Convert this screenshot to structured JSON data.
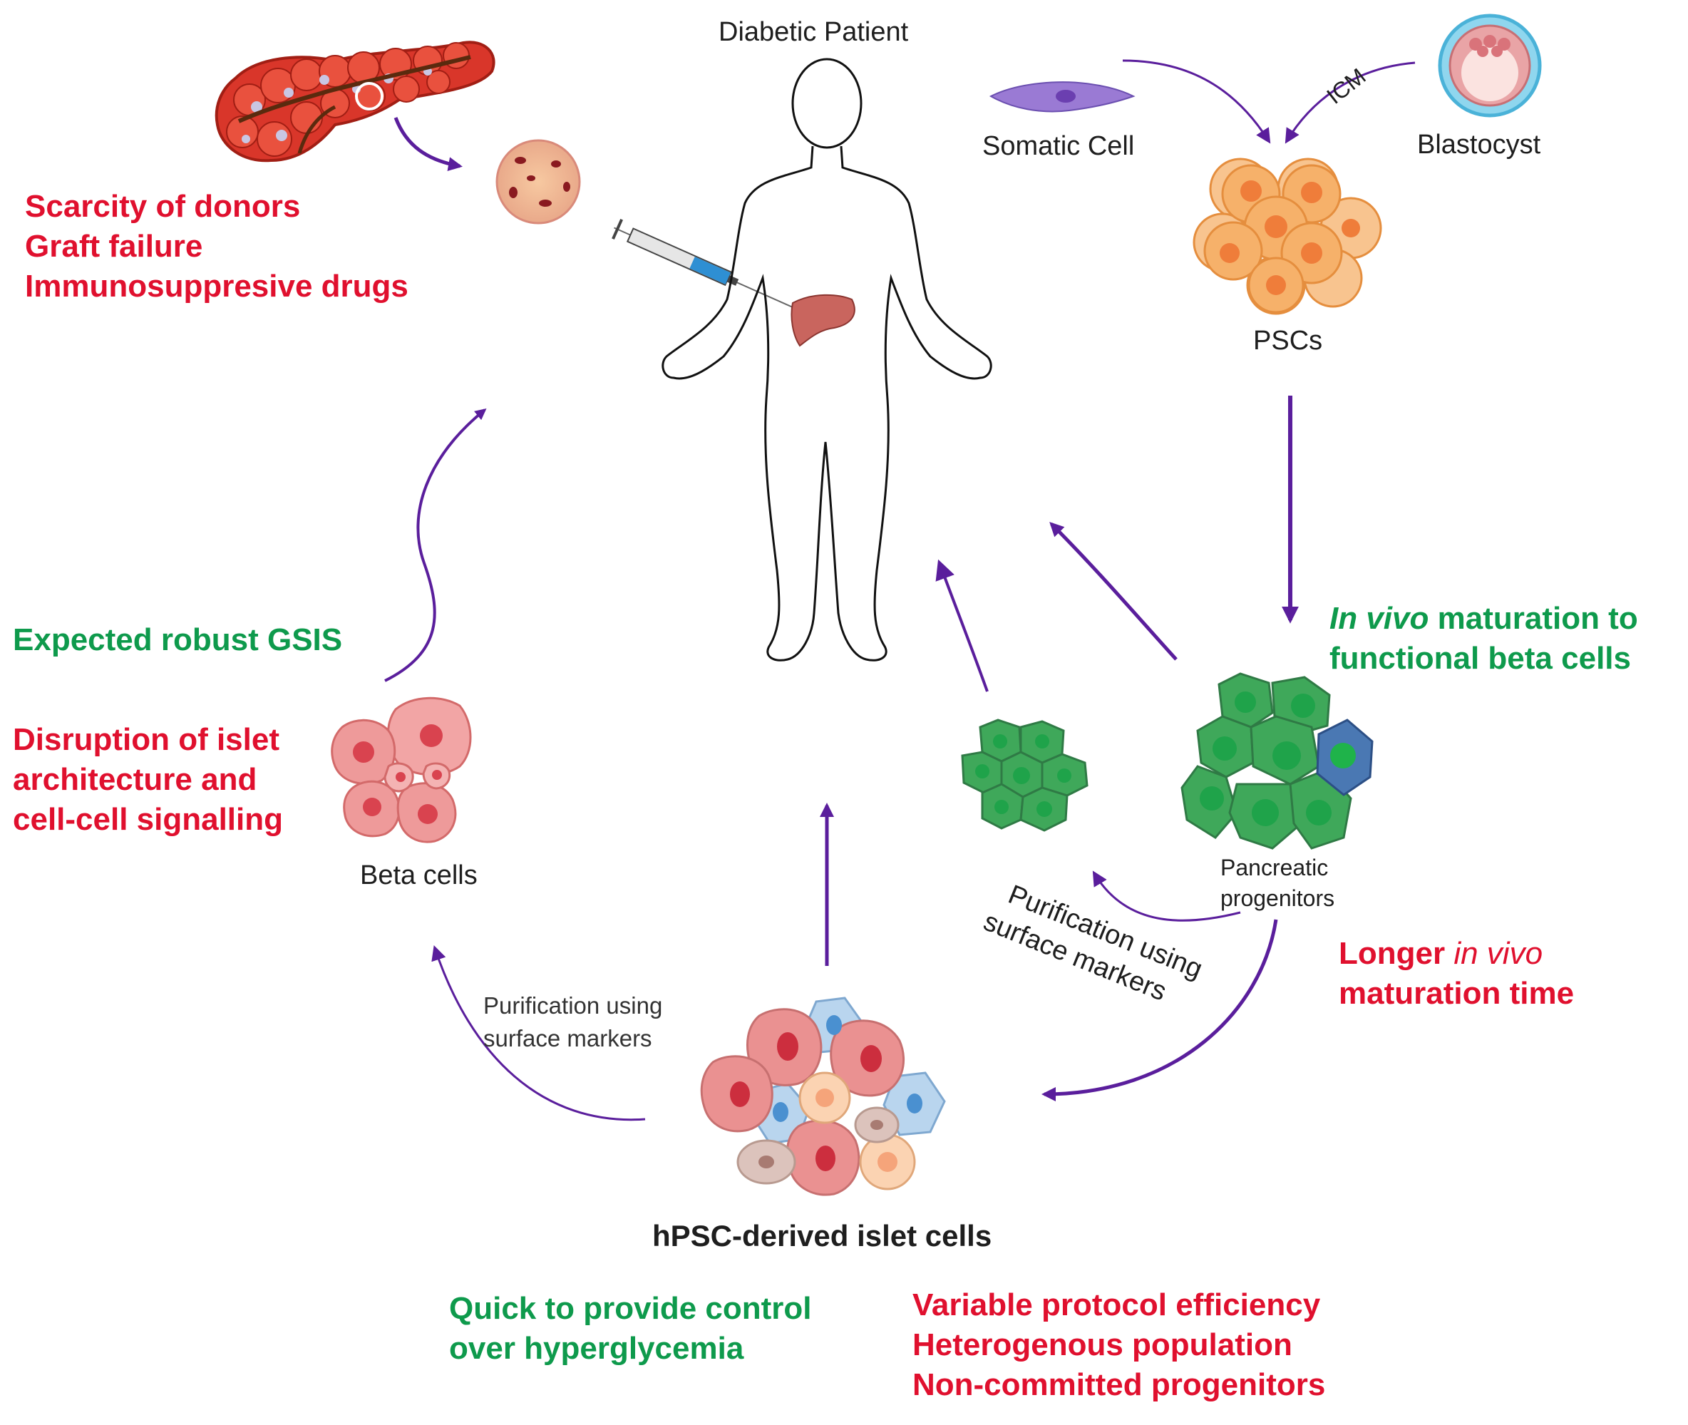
{
  "diagram": {
    "center": {
      "label": "Diabetic Patient"
    },
    "sources": {
      "somatic_cell": "Somatic Cell",
      "blastocyst": "Blastocyst",
      "icm": "ICM",
      "pscs": "PSCs"
    },
    "islet_transplant": {
      "issues": [
        "Scarcity of donors",
        "Graft failure",
        "Immunosuppresive drugs"
      ]
    },
    "beta_cells": {
      "label": "Beta cells",
      "pro": "Expected robust GSIS",
      "cons": [
        "Disruption of islet",
        "architecture and",
        "cell-cell signalling"
      ]
    },
    "progenitors": {
      "label_lines": [
        "Pancreatic",
        "progenitors"
      ],
      "pro_em": "In vivo",
      "pro_rest": " maturation to",
      "pro_line2": "functional beta cells",
      "con_prefix": "Longer ",
      "con_em": "in vivo",
      "con_line2": "maturation time"
    },
    "purification_rotated": [
      "Purification using",
      "surface markers"
    ],
    "purification_left": [
      "Purification using",
      "surface markers"
    ],
    "islet_cells": {
      "label": "hPSC-derived islet cells",
      "pros": [
        "Quick to provide control",
        "over hyperglycemia"
      ],
      "cons": [
        "Variable protocol efficiency",
        "Heterogenous population",
        "Non-committed progenitors"
      ]
    }
  },
  "colors": {
    "arrow": "#5a1e9c",
    "negative": "#e0102e",
    "positive": "#0e9a4c",
    "beta_cell": "#e88a8a",
    "green_cell": "#3fa85a",
    "psc": "#f6b16a"
  }
}
